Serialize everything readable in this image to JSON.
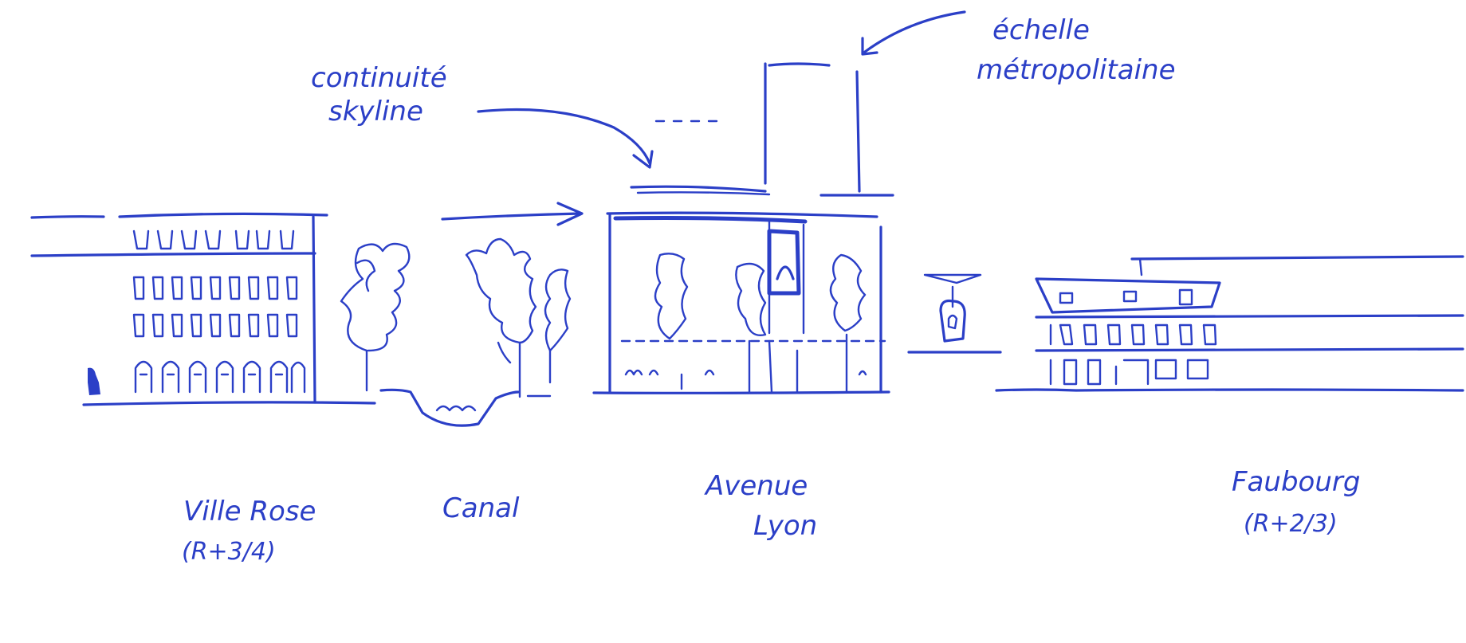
{
  "annotations": {
    "continuity_line1": "continuité",
    "continuity_line2": "skyline",
    "scale_line1": "échelle",
    "scale_line2": "métropolitaine"
  },
  "zones": {
    "ville_rose": {
      "name": "Ville Rose",
      "height": "(R+3/4)"
    },
    "canal": {
      "name": "Canal"
    },
    "avenue_lyon": {
      "name_line1": "Avenue",
      "name_line2": "Lyon"
    },
    "faubourg": {
      "name": "Faubourg",
      "height": "(R+2/3)"
    }
  },
  "colors": {
    "ink": "#2b3fc7",
    "paper": "#ffffff"
  }
}
